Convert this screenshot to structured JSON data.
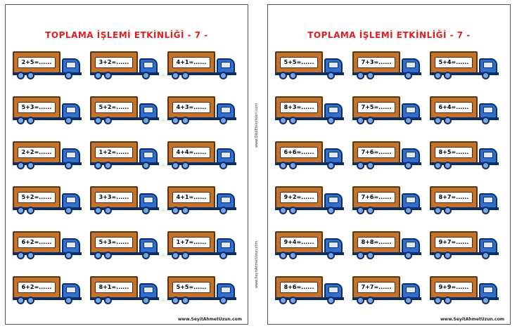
{
  "left_sheet": {
    "title": "TOPLAMA İŞLEMİ ETKİNLİĞİ - 7 -",
    "footer": "www.SeyitAhmetUzun.com",
    "problems": [
      [
        "2+5=......",
        "3+2=......",
        "4+1=......"
      ],
      [
        "5+3=......",
        "5+2=......",
        "4+3=......"
      ],
      [
        "2+2=......",
        "1+2=......",
        "4+4=......"
      ],
      [
        "5+2=......",
        "3+3=......",
        "4+1=......"
      ],
      [
        "6+2=......",
        "5+3=......",
        "1+7=......"
      ],
      [
        "6+2=......",
        "8+1=......",
        "5+5=......"
      ]
    ]
  },
  "right_sheet": {
    "title": "TOPLAMA İŞLEMİ ETKİNLİĞİ - 7 -",
    "footer": "www.SeyitAhmetUzun.com",
    "problems": [
      [
        "5+5=......",
        "7+3=......",
        "5+4=......"
      ],
      [
        "8+3=......",
        "7+5=......",
        "6+4=......"
      ],
      [
        "6+6=......",
        "7+6=......",
        "8+5=......"
      ],
      [
        "9+2=......",
        "7+6=......",
        "8+7=......"
      ],
      [
        "9+4=......",
        "8+8=......",
        "9+7=......"
      ],
      [
        "8+6=......",
        "7+7=......",
        "9+9=......"
      ]
    ]
  },
  "side_text": {
    "top": "www.OkulEtkinlikleri.com",
    "bottom": "www.SeyitAhmetUzun.com"
  },
  "colors": {
    "title": "#e01e22",
    "cargo": "#c5722a",
    "cab": "#2f6fd0"
  }
}
